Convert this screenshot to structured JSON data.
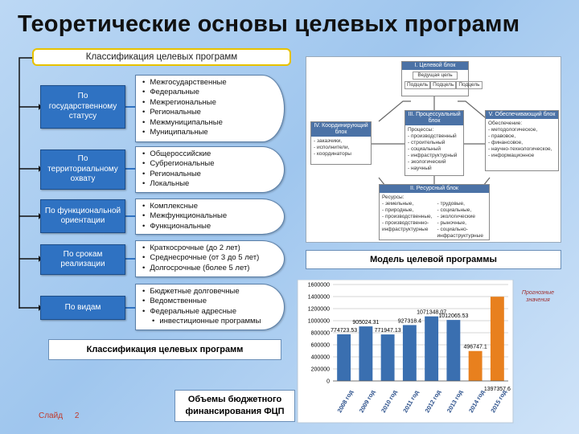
{
  "title": "Теоретические основы целевых программ",
  "classification": {
    "header": "Классификация целевых программ",
    "caption": "Классификация целевых программ",
    "rows": [
      {
        "label": "По государственному статусу",
        "items": [
          "Межгосударственные",
          "Федеральные",
          "Межрегиональные",
          "Региональные",
          "Межмуниципальные",
          "Муниципальные"
        ]
      },
      {
        "label": "По территориальному охвату",
        "items": [
          "Общероссийские",
          "Субрегиональные",
          "Региональные",
          "Локальные"
        ]
      },
      {
        "label": "По функциональной ориентации",
        "items": [
          "Комплексные",
          "Межфункциональные",
          "Функциональные"
        ]
      },
      {
        "label": "По срокам реализации",
        "items": [
          "Краткосрочные (до 2 лет)",
          "Среднесрочные (от 3 до 5 лет)",
          "Долгосрочные (более 5 лет)"
        ]
      },
      {
        "label": "По видам",
        "items": [
          "Бюджетные долговечные",
          "Ведомственные",
          "Федеральные адресные",
          "инвестиционные программы"
        ]
      }
    ]
  },
  "model": {
    "caption": "Модель целевой программы",
    "block1": {
      "title": "I. Целевой блок",
      "sub": "Ведущая цель",
      "cells": [
        "Подцель",
        "Подцель",
        "Подцель"
      ]
    },
    "block2": {
      "title": "II. Ресурсный блок",
      "sub": "Ресурсы:",
      "items": [
        "- земельные,",
        "- природные,",
        "- производственные,",
        "- производственно-",
        "инфраструктурные",
        "- трудовые,",
        "- социальные,",
        "- экологические",
        "- рыночные,",
        "- социально-",
        "инфраструктурные"
      ]
    },
    "block3": {
      "title": "III. Процессуальный блок",
      "sub": "Процессы:",
      "items": [
        "- производственный",
        "- строительный",
        "- социальный",
        "- инфраструктурный",
        "- экологический",
        "- научный"
      ]
    },
    "block4": {
      "title": "IV. Координирующий блок",
      "items": [
        "- заказчики,",
        "- исполнители,",
        "- координаторы"
      ]
    },
    "block5": {
      "title": "V. Обеспечивающий блок",
      "sub": "Обеспечение:",
      "items": [
        "- методологическое,",
        "- правовое,",
        "- финансовое,",
        "- научно-технологическое,",
        "- информационное"
      ]
    }
  },
  "budget_caption": "Объемы бюджетного финансирования ФЦП",
  "slide": {
    "label": "Слайд",
    "number": "2"
  },
  "forecast_note": "Прогнозные значения",
  "colors": {
    "actual": "#3a6fb0",
    "forecast": "#e8801e"
  },
  "chart_data": {
    "type": "bar",
    "categories": [
      "2008 год",
      "2009 год",
      "2010 год",
      "2011 год",
      "2012 год",
      "2013 год",
      "2014 год",
      "2015 год"
    ],
    "values": [
      774723.53,
      905024.31,
      771947.13,
      927318.4,
      1071348.07,
      1012065.53,
      496747.1,
      1397357.6
    ],
    "value_labels": [
      "774723.53",
      "905024.31",
      "771947.13",
      "927318.4",
      "1071348.07",
      "1012065.53",
      "496747.1",
      "1397357.6"
    ],
    "forecast_from_index": 6,
    "ylim": [
      0,
      1600000
    ],
    "yticks": [
      0,
      200000,
      400000,
      600000,
      800000,
      1000000,
      1200000,
      1400000,
      1600000
    ],
    "grid": true,
    "title": "",
    "xlabel": "",
    "ylabel": ""
  }
}
